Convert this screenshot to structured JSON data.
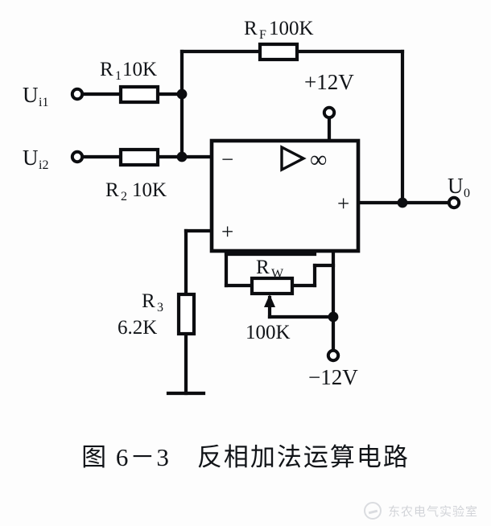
{
  "figure": {
    "caption": "图 6－3　反相加法运算电路",
    "title_number": "6-3",
    "title_text": "反相加法运算电路"
  },
  "watermark": {
    "text": "东农电气实验室",
    "logo": "circle-logo-icon"
  },
  "labels": {
    "input1": "U",
    "input1_sub": "i1",
    "input2": "U",
    "input2_sub": "i2",
    "output": "U",
    "output_sub": "0",
    "r1_name": "R",
    "r1_sub": "1",
    "r1_value": "10K",
    "r2_name": "R",
    "r2_sub": "2",
    "r2_value": "10K",
    "rf_name": "R",
    "rf_sub": "F",
    "rf_value": "100K",
    "r3_name": "R",
    "r3_sub": "3",
    "r3_value": "6.2K",
    "rw_name": "R",
    "rw_sub": "W",
    "rw_value": "100K",
    "vplus": "+12V",
    "vminus": "−12V",
    "opamp_minus": "−",
    "opamp_plus_out": "+",
    "opamp_plus_in": "+",
    "opamp_gain": "∞",
    "amp_triangle": "amplifier-triangle-icon",
    "ground": "ground-symbol-icon"
  },
  "colors": {
    "ink": "#0c0d10",
    "text": "#111418",
    "background": "#fdfdfd",
    "watermark": "#6f7684"
  },
  "circuit": {
    "type": "inverting-summing-amplifier",
    "components": [
      {
        "ref": "R1",
        "value": "10K",
        "kind": "resistor"
      },
      {
        "ref": "R2",
        "value": "10K",
        "kind": "resistor"
      },
      {
        "ref": "RF",
        "value": "100K",
        "kind": "resistor"
      },
      {
        "ref": "R3",
        "value": "6.2K",
        "kind": "resistor"
      },
      {
        "ref": "RW",
        "value": "100K",
        "kind": "potentiometer"
      }
    ],
    "supplies": [
      "+12V",
      "−12V"
    ],
    "terminals": [
      "Ui1",
      "Ui2",
      "U0"
    ]
  }
}
